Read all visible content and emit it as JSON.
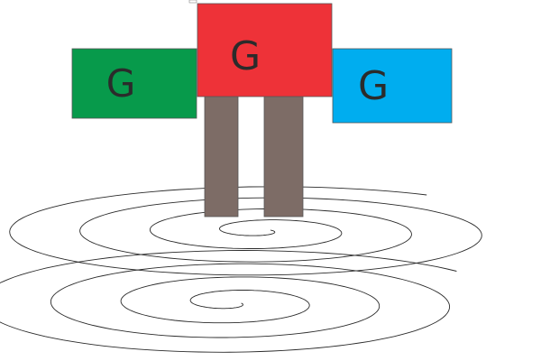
{
  "blocks": {
    "left": {
      "label": "G",
      "color": "#079a4b"
    },
    "center": {
      "label": "G",
      "color": "#ee3238"
    },
    "right": {
      "label": "G",
      "color": "#00adef"
    }
  },
  "legs": {
    "color": "#7d6c66",
    "count": 2
  },
  "spirals": {
    "count": 2,
    "stroke_color": "#2b2b2b"
  },
  "background_color": "#ffffff"
}
